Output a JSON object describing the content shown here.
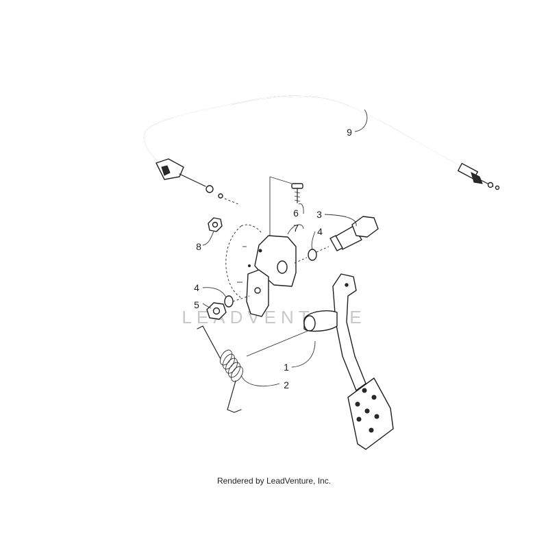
{
  "watermark": "LEADVENTURE",
  "credit": "Rendered by LeadVenture, Inc.",
  "callouts": {
    "c1": "1",
    "c2": "2",
    "c3": "3",
    "c4a": "4",
    "c4b": "4",
    "c5": "5",
    "c6": "6",
    "c7": "7",
    "c8": "8",
    "c9": "9"
  }
}
